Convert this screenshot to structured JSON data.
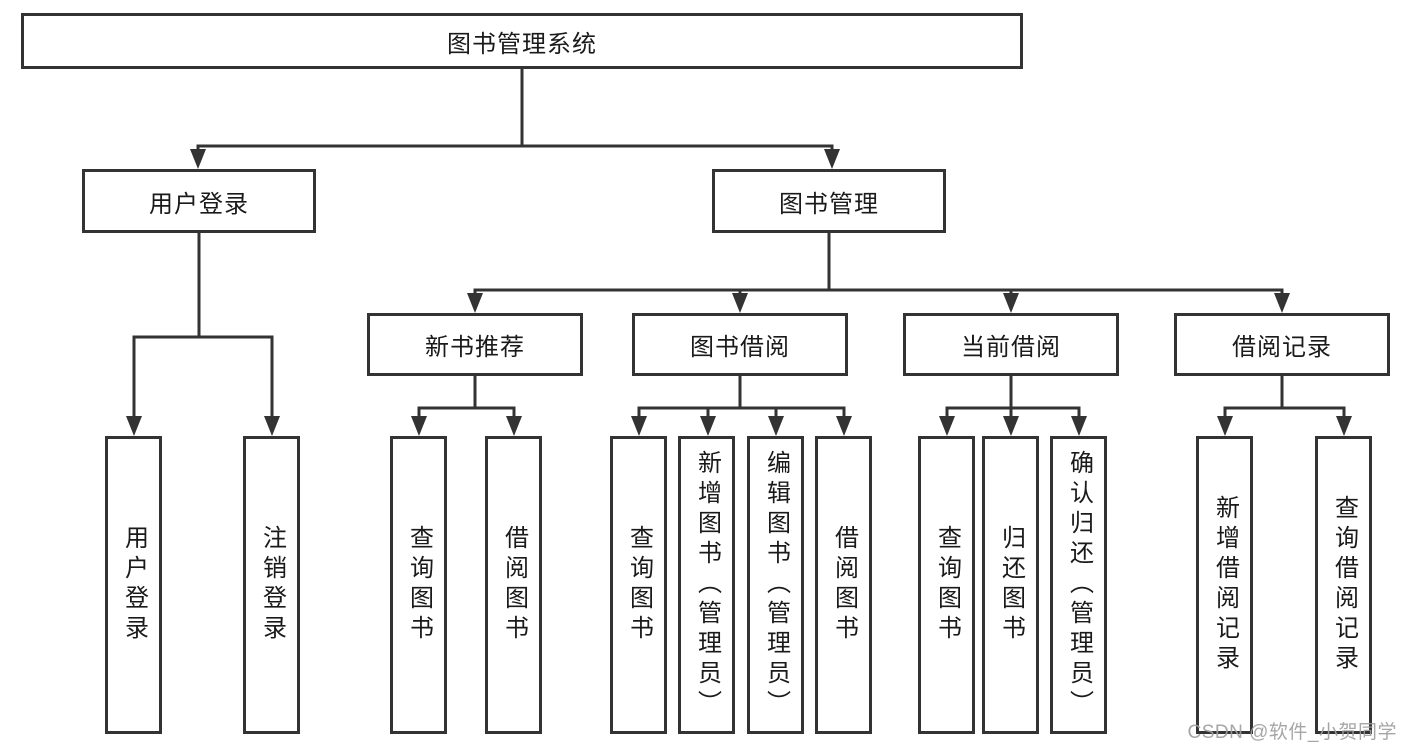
{
  "root": {
    "label": "图书管理系统"
  },
  "level2": [
    {
      "label": "用户登录"
    },
    {
      "label": "图书管理"
    }
  ],
  "level3": [
    {
      "label": "新书推荐"
    },
    {
      "label": "图书借阅"
    },
    {
      "label": "当前借阅"
    },
    {
      "label": "借阅记录"
    }
  ],
  "leaves": [
    {
      "label": "用户登录"
    },
    {
      "label": "注销登录"
    },
    {
      "label": "查询图书"
    },
    {
      "label": "借阅图书"
    },
    {
      "label": "查询图书"
    },
    {
      "label": "新增图书（管理员）"
    },
    {
      "label": "编辑图书（管理员）"
    },
    {
      "label": "借阅图书"
    },
    {
      "label": "查询图书"
    },
    {
      "label": "归还图书"
    },
    {
      "label": "确认归还（管理员）"
    },
    {
      "label": "新增借阅记录"
    },
    {
      "label": "查询借阅记录"
    }
  ],
  "watermark": "CSDN @软件_小贺同学",
  "colors": {
    "line": "#333333",
    "text": "#1a1a1a",
    "watermark": "#9e9e9e",
    "background": "#ffffff"
  }
}
